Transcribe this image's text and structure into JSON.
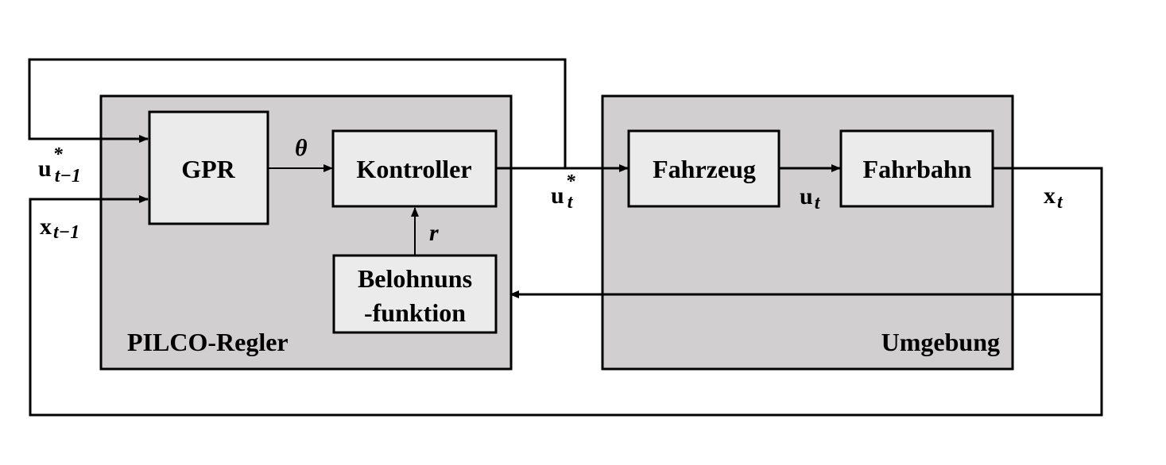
{
  "colors": {
    "region_fill": "#d1cfd0",
    "block_fill": "#ebebeb",
    "stroke": "#000000"
  },
  "regions": {
    "left": {
      "label": "PILCO-Regler"
    },
    "right": {
      "label": "Umgebung"
    }
  },
  "blocks": {
    "gpr": "GPR",
    "controller": "Kontroller",
    "reward_line1": "Belohnuns",
    "reward_line2": "-funktion",
    "vehicle": "Fahrzeug",
    "road": "Fahrbahn"
  },
  "signals": {
    "u_prev": {
      "base": "u",
      "sup": "*",
      "sub": "t−1"
    },
    "x_prev": {
      "base": "x",
      "sub": "t−1"
    },
    "theta": "θ",
    "r": "r",
    "u_star": {
      "base": "u",
      "sup": "*",
      "sub": "t"
    },
    "u_t": {
      "base": "u",
      "sub": "t"
    },
    "x_t": {
      "base": "x",
      "sub": "t"
    }
  }
}
